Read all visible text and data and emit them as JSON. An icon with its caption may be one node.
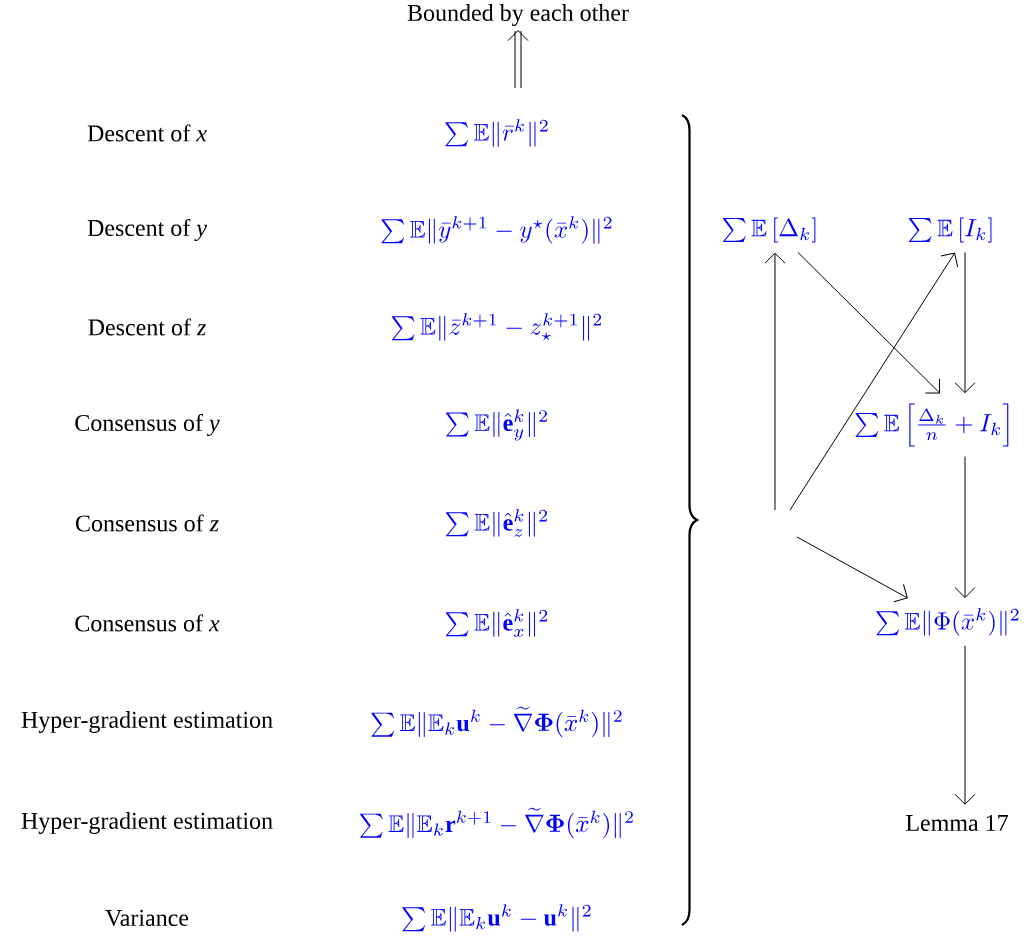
{
  "diagram": {
    "nodes": [
      {
        "text": [
          "Bounded by each other"
        ]
      },
      {
        "text": [
          "\\sum\\mathbb{E}\\left[\\Delta_k\\right]"
        ]
      },
      {
        "text": [
          "\\sum\\mathbb{E}\\left[I_k\\right]"
        ]
      },
      {
        "text": [
          "\\sum\\mathbb{E}\\left[\\frac{\\Delta_k}{n}+I_k\\right]"
        ]
      },
      {
        "text": [
          "\\sum\\mathbb{E}\\|\\Phi(\\bar{x}^k)\\|^2"
        ]
      },
      {
        "text": [
          "Lemma 17"
        ]
      }
    ],
    "edges": [
      {
        "from": null,
        "to": 0,
        "arrow": "to",
        "style": "thick"
      },
      {
        "from": null,
        "to": 1,
        "arrow": "to"
      },
      {
        "from": null,
        "to": 2,
        "arrow": "to"
      },
      {
        "from": 1,
        "to": 3,
        "arrow": "to"
      },
      {
        "from": 2,
        "to": 3,
        "arrow": "to"
      },
      {
        "from": null,
        "to": 4,
        "arrow": "to"
      },
      {
        "from": 3,
        "to": 4,
        "arrow": "to"
      },
      {
        "from": 4,
        "to": 5,
        "arrow": "to"
      }
    ],
    "labels": [
      "Descent of *x*",
      "\\sum\\mathbb{E}\\|\\bar{r}^k\\|^2",
      "Descent of *y*",
      "\\sum\\mathbb{E}\\|\\bar{y}^{k+1}-y^\\star(\\bar{x}^k)\\|^2",
      "Descent of *z*",
      "\\sum\\mathbb{E}\\|\\bar{z}^{k+1}-z_\\star^{k+1}\\|^2",
      "Consensus of *y*",
      "\\sum\\mathbb{E}\\|\\hat{\\mathbf{e}}_y^k\\|^2",
      "Consensus of *z*",
      "\\sum\\mathbb{E}\\|\\hat{\\mathbf{e}}_z^k\\|^2",
      "Consensus of *x*",
      "\\sum\\mathbb{E}\\|\\hat{\\mathbf{e}}_x^k\\|^2",
      "Hyper-gradient estimation",
      "\\sum\\mathbb{E}\\|\\mathbb{E}_k\\mathbf{u}^k-\\widetilde{\\nabla}\\boldsymbol{\\Phi}(\\bar{x}^k)\\|^2",
      "Hyper-gradient estimation",
      "\\sum\\mathbb{E}\\|\\mathbb{E}_k\\mathbf{r}^{k+1}-\\widetilde{\\nabla}\\boldsymbol{\\Phi}(\\bar{x}^k)\\|^2",
      "Variance",
      "\\sum\\mathbb{E}\\|\\mathbb{E}_k\\mathbf{u}^k-\\mathbf{u}^k\\|^2"
    ]
  }
}
